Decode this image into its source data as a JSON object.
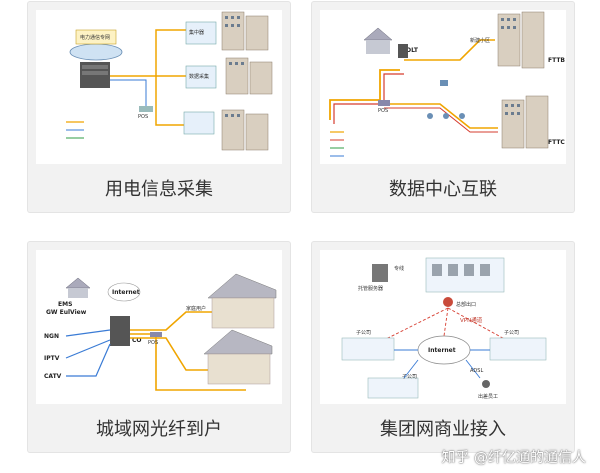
{
  "cards": [
    {
      "caption": "用电信息采集",
      "labels": [
        "电力通信专网",
        "集中器",
        "数据采集",
        "POS"
      ]
    },
    {
      "caption": "数据中心互联",
      "labels": [
        "OLT",
        "FTTB",
        "FTTC",
        "POS",
        "新建小区"
      ]
    },
    {
      "caption": "城域网光纤到户",
      "labels": [
        "Internet",
        "NGN",
        "IPTV",
        "CATV",
        "CO",
        "GW EulView",
        "EMS",
        "家庭用户",
        "POS"
      ]
    },
    {
      "caption": "集团网商业接入",
      "labels": [
        "专线",
        "托管服务器",
        "总部出口",
        "VPN通道",
        "子公司",
        "Internet",
        "子公司",
        "ADSL",
        "子公司",
        "出差员工"
      ]
    }
  ],
  "watermark": "知乎 @纤亿通的通信人",
  "colors": {
    "card_bg": "#f2f2f2",
    "orange_line": "#f0a500",
    "red_line": "#d63c2f",
    "blue_line": "#3a7bd5",
    "green_line": "#2f9e44"
  }
}
